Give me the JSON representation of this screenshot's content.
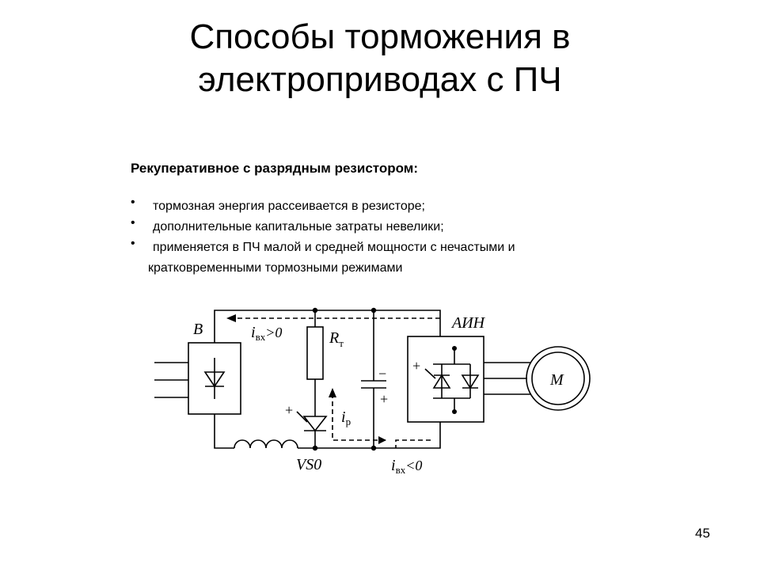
{
  "slide": {
    "title_line1": "Способы торможения в",
    "title_line2": "электроприводах с ПЧ",
    "subtitle": "Рекуперативное с разрядным резистором:",
    "bullets": [
      "тормозная энергия рассеивается в резисторе;",
      "дополнительные капитальные затраты невелики;",
      "применяется в ПЧ малой и средней мощности с нечастыми и"
    ],
    "bullet_continuation": "кратковременными тормозными режимами",
    "page_number": "45"
  },
  "diagram": {
    "label_B": "В",
    "label_AIN": "АИН",
    "label_M": "M",
    "label_R": "R",
    "label_R_sub": "т",
    "label_VS0": "VS0",
    "label_iin_top": "i",
    "label_iin_top_sub": "вх",
    "label_iin_top_cond": ">0",
    "label_iin_bot": "i",
    "label_iin_bot_sub": "вх",
    "label_iin_bot_cond": "<0",
    "label_ip": "i",
    "label_ip_sub": "р",
    "plus": "+",
    "minus": "−"
  }
}
